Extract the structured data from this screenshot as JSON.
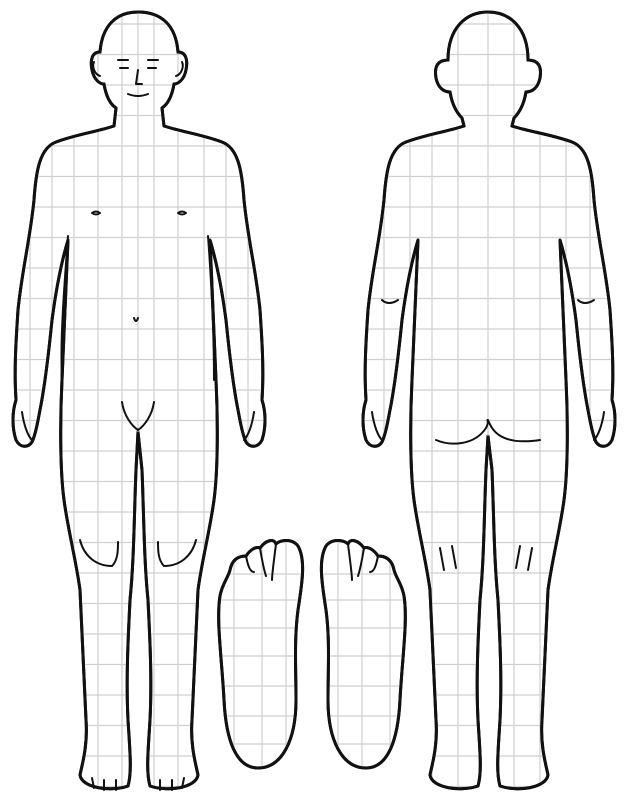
{
  "figure": {
    "views": [
      "front",
      "back",
      "left-sole",
      "right-sole"
    ],
    "colors": {
      "outline": "#111111",
      "grid": "#cfcfcf",
      "background": "#ffffff"
    }
  }
}
